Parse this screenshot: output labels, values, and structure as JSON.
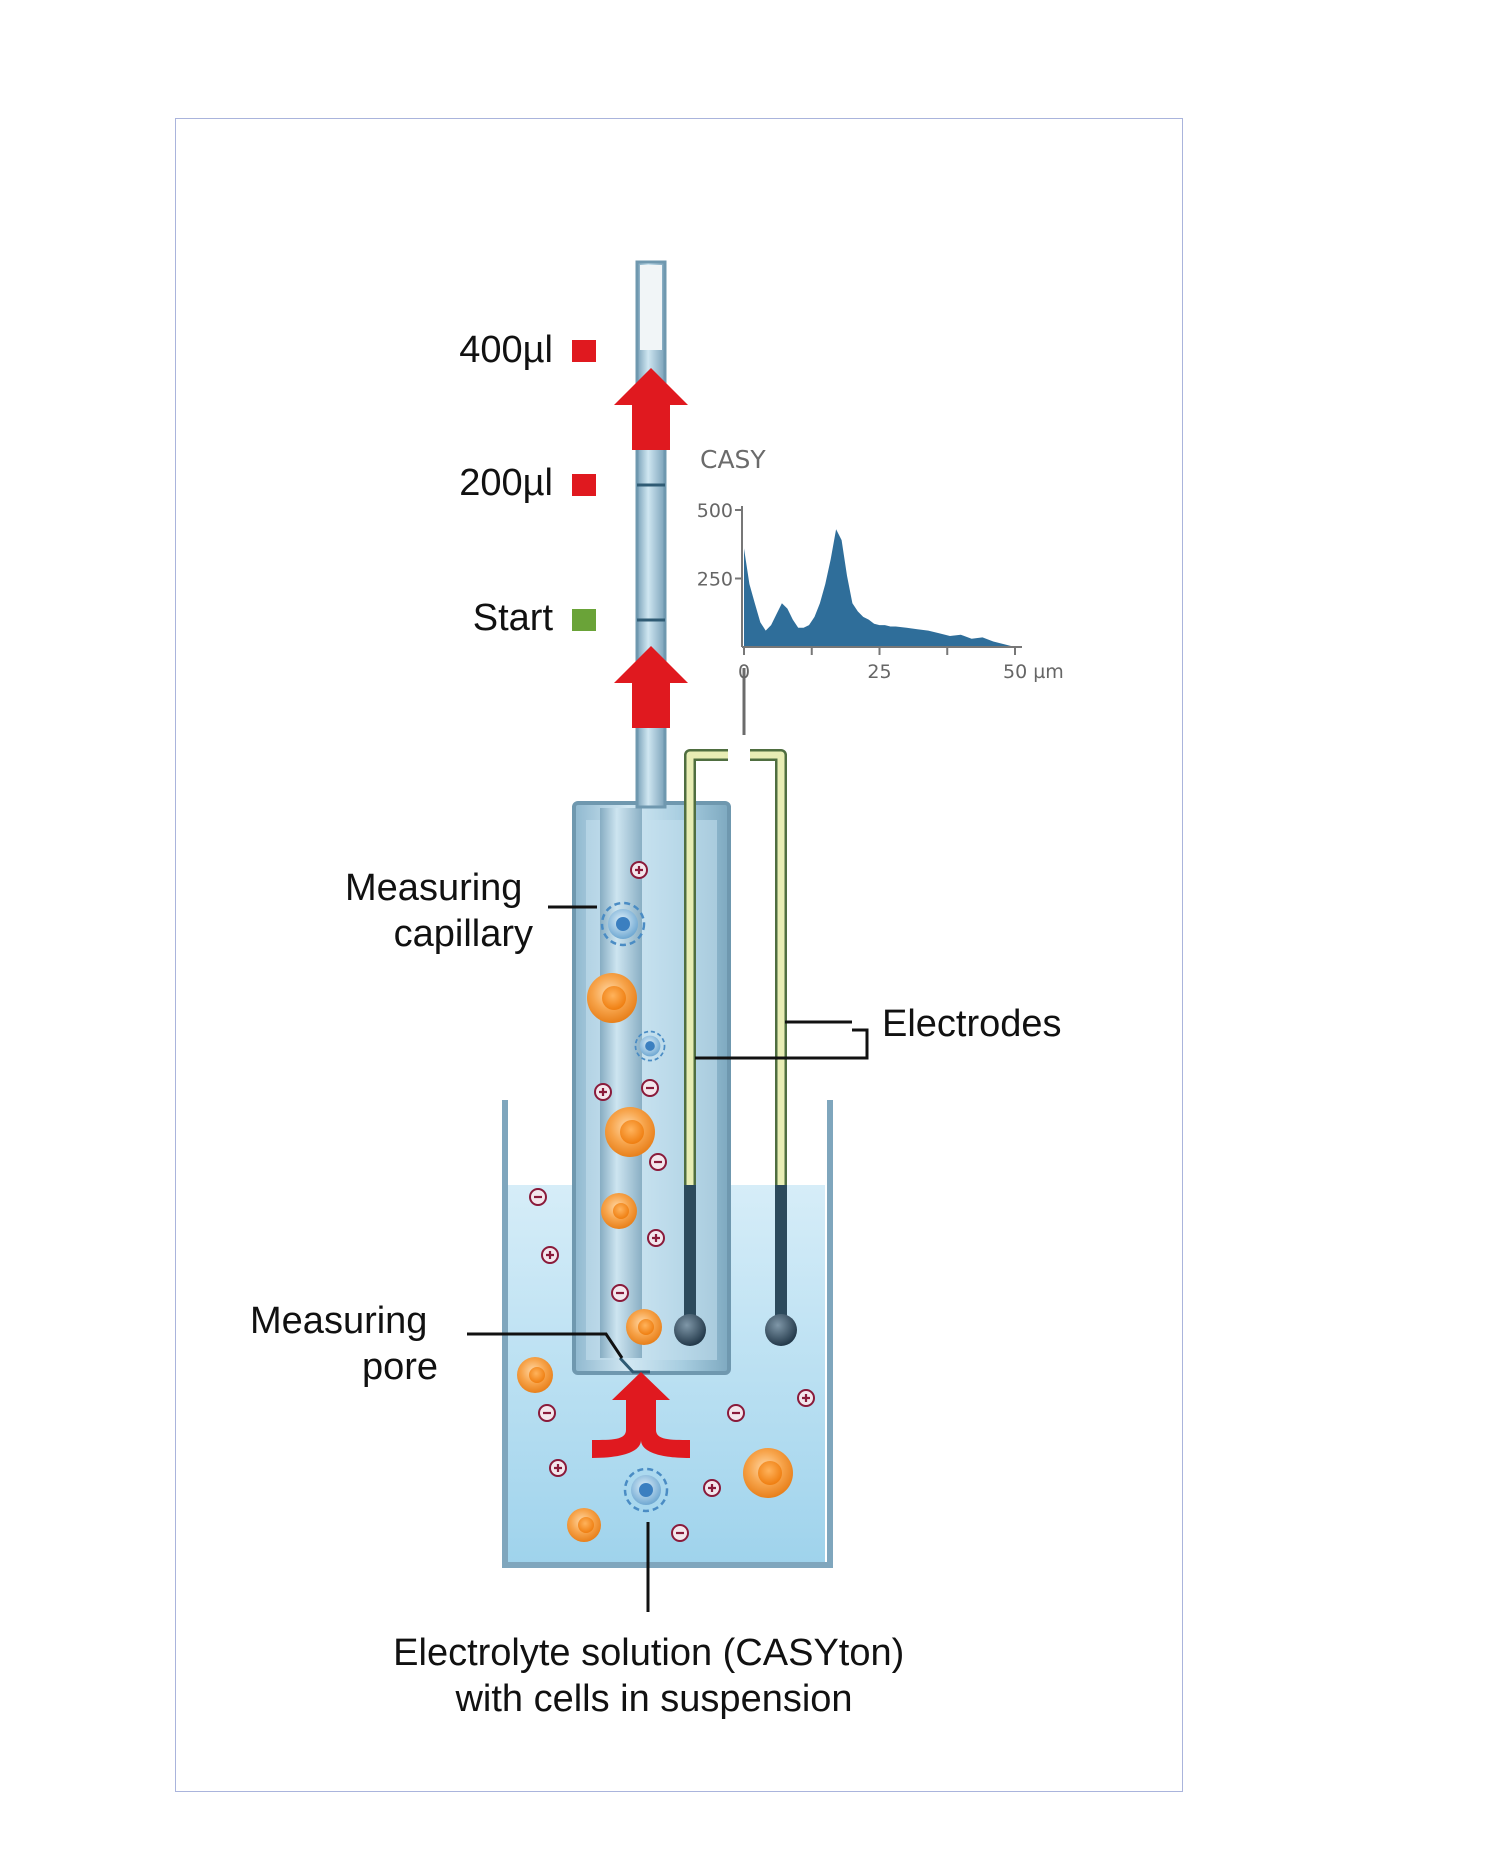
{
  "levels": {
    "vol_400": "400µl",
    "vol_200": "200µl",
    "start": "Start",
    "marker_red": "#e0191f",
    "marker_green": "#6aa338"
  },
  "chart_data": {
    "type": "area",
    "title": "CASY",
    "xlabel": "",
    "ylabel": "",
    "xlim": [
      0,
      50
    ],
    "ylim": [
      0,
      500
    ],
    "y_ticks": [
      "500",
      "250"
    ],
    "x_ticks": [
      "0",
      "25",
      "50 µm"
    ],
    "color": "#2f6e9a",
    "series": [
      {
        "x": [
          0,
          1,
          2,
          3,
          4,
          5,
          6,
          7,
          8,
          9,
          10,
          11,
          12,
          13,
          14,
          15,
          16,
          17,
          18,
          19,
          20,
          21,
          22,
          23,
          24,
          25,
          26,
          27,
          28,
          30,
          32,
          34,
          36,
          38,
          40,
          42,
          44,
          46,
          48,
          50
        ],
        "values": [
          360,
          230,
          160,
          90,
          60,
          80,
          120,
          160,
          140,
          100,
          70,
          70,
          80,
          110,
          160,
          230,
          320,
          430,
          390,
          260,
          160,
          130,
          110,
          100,
          85,
          80,
          80,
          75,
          75,
          70,
          65,
          60,
          50,
          40,
          45,
          30,
          35,
          20,
          10,
          0
        ]
      }
    ]
  },
  "labels": {
    "capillary": [
      "Measuring",
      "capillary"
    ],
    "pore": [
      "Measuring",
      "pore"
    ],
    "electrodes": "Electrodes",
    "electrolyte": [
      "Electrolyte solution (CASYton)",
      "with cells in suspension"
    ]
  },
  "colors": {
    "liquid": "#a9d8ee",
    "glass": "#7fa6bd",
    "cell_orange": "#f39323",
    "arrow_red": "#e0191f",
    "electrode": "#e8edb4"
  },
  "icons": [
    "arrow-up-icon",
    "flow-arrow-icon",
    "plus-ion-icon",
    "minus-ion-icon",
    "large-cell-icon",
    "small-cell-icon"
  ]
}
